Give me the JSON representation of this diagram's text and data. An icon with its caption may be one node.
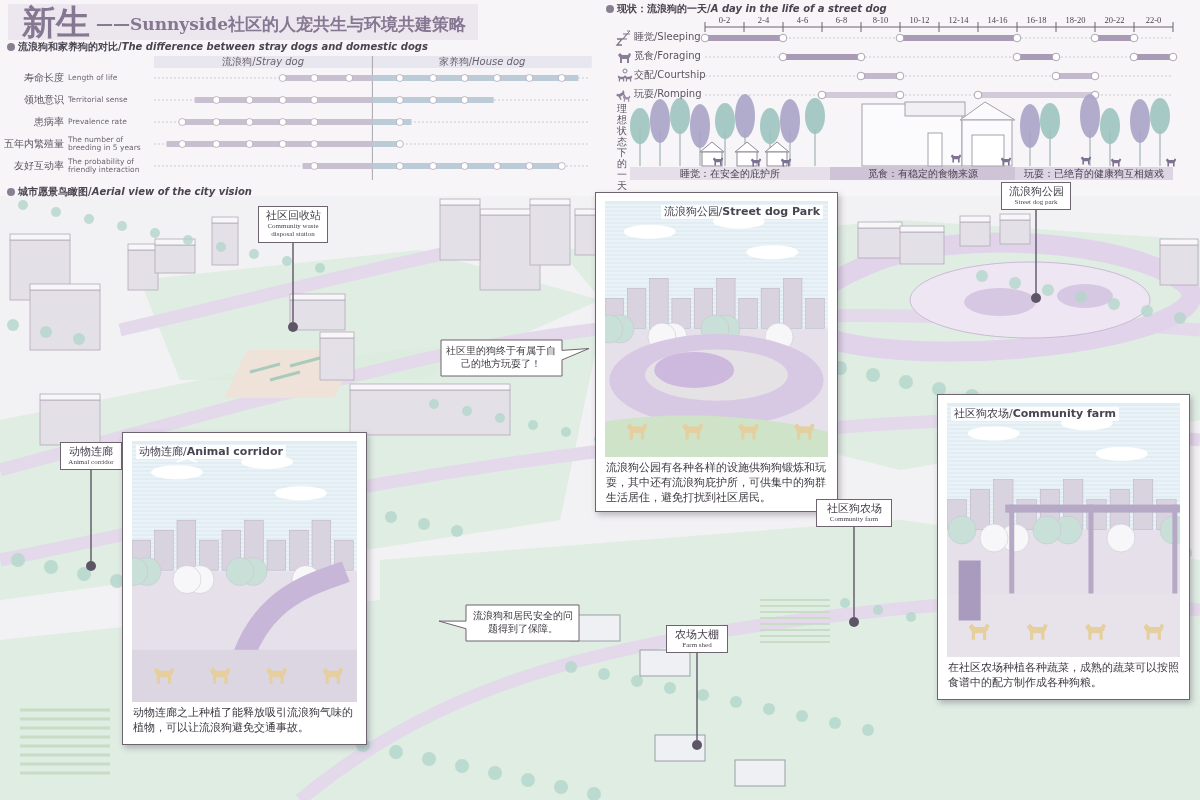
{
  "diagram": {
    "title": "新生",
    "nodes": [
      {
        "text": [
          "社区回收站",
          "Community waste disposal station"
        ]
      },
      {
        "text": [],
        "shape": "circle"
      },
      {
        "text": [
          "流浪狗公园/**Street dog Park**",
          "流浪狗公园有各种各样的设施供狗狗锻炼和玩耍，其中还有流浪狗庇护所，可供集中的狗群生活居住，避免打扰到社区居民。"
        ]
      },
      {
        "text": [
          "流浪狗公园",
          "Street dog park"
        ]
      },
      {
        "text": [],
        "shape": "circle"
      },
      {
        "text": [
          "社区里的狗终于有属于自己的地方玩耍了！"
        ]
      },
      {
        "text": [
          "社区狗农场/**Community farm**",
          "在社区农场种植各种蔬菜，成熟的蔬菜可以按照食谱中的配方制作成各种狗粮。"
        ]
      },
      {
        "text": [
          "动物连廊",
          "Animal corridor"
        ]
      },
      {
        "text": [],
        "shape": "circle"
      },
      {
        "text": [
          "动物连廊/**Animal corridor**",
          "动物连廊之上种植了能释放吸引流浪狗气味的植物，可以让流浪狗避免交通事故。"
        ]
      },
      {
        "text": [
          "社区狗农场",
          "Community farm"
        ]
      },
      {
        "text": [],
        "shape": "circle"
      },
      {
        "text": [
          "流浪狗和居民安全的问题得到了保障。"
        ]
      },
      {
        "text": [
          "农场大棚",
          "Farm shed"
        ]
      },
      {
        "text": [],
        "shape": "circle"
      }
    ],
    "edges": [
      {
        "from": 0,
        "to": 1,
        "arrow": "none"
      },
      {
        "from": 3,
        "to": 4,
        "arrow": "none"
      },
      {
        "from": 7,
        "to": 8,
        "arrow": "none"
      },
      {
        "from": 10,
        "to": 11,
        "arrow": "none"
      },
      {
        "from": 13,
        "to": 14,
        "arrow": "none"
      }
    ],
    "labels": [
      "——Sunnyside社区的人宠共生与环境共建策略",
      "流浪狗和家养狗的对比/*The difference between stray dogs and domestic dogs*",
      "流浪狗/*Stray dog*",
      "家养狗/*House dog*",
      "寿命长度",
      "Length of life",
      "领地意识",
      "Territorial sense",
      "患病率",
      "Prevalence rate",
      "五年内繁殖量",
      "The number of breeding in 5 years",
      "友好互动率",
      "The probability of friendly interaction",
      "城市愿景鸟瞰图/*Aerial view of the city vision*",
      "现状：流浪狗的一天/*A day in the life of a street dog*",
      "0-2",
      "2-4",
      "4-6",
      "6-8",
      "8-10",
      "10-12",
      "12-14",
      "14-16",
      "16-18",
      "18-20",
      "20-22",
      "22-0",
      "睡觉/Sleeping",
      "觅食/Foraging",
      "交配/Courtship",
      "玩耍/Romping",
      "理想状态下的一天",
      "睡觉：在安全的庇护所",
      "觅食：有稳定的食物来源",
      "玩耍：已绝育的健康狗互相嬉戏"
    ]
  }
}
